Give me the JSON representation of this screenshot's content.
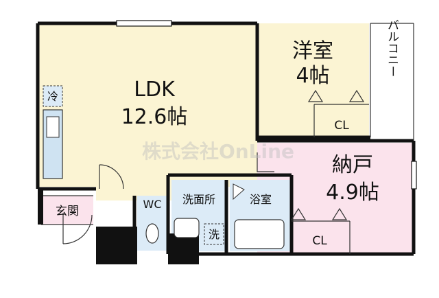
{
  "rooms": {
    "ldk": {
      "name": "LDK",
      "size": "12.6帖"
    },
    "western": {
      "name": "洋室",
      "size": "4帖"
    },
    "storage": {
      "name": "納戸",
      "size": "4.9帖"
    },
    "balcony": {
      "name": "バルコニー"
    },
    "entrance": {
      "name": "玄関"
    },
    "wc": {
      "name": "WC"
    },
    "washroom": {
      "name": "洗面所"
    },
    "bath": {
      "name": "浴室"
    },
    "closet_western": "CL",
    "closet_storage": "CL"
  },
  "fixtures": {
    "fridge": "冷",
    "washer": "洗"
  },
  "watermark": "株式会社OnLine",
  "colors": {
    "ldk": "#fbf4d3",
    "western": "#fbf4d3",
    "storage": "#fbe3ec",
    "entrance": "#fbe3ec",
    "wet": "#dcebf7",
    "wall": "#111111"
  }
}
